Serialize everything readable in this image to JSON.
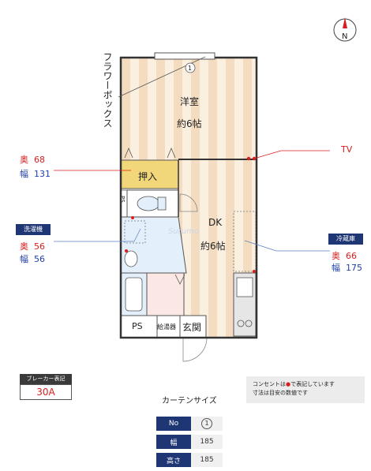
{
  "compass": {
    "letter": "N"
  },
  "flower_box_label": "フラワーボックス",
  "window_marker": "1",
  "rooms": {
    "western": {
      "name": "洋室",
      "size": "約6帖"
    },
    "dk": {
      "name": "DK",
      "size": "約6帖"
    },
    "oshiire": "押入",
    "ps_top": "PS",
    "ps_bottom": "PS",
    "water_heater": "給湯器",
    "entrance": "玄関"
  },
  "dimensions": {
    "oshiire": {
      "depth_label": "奥",
      "depth": "68",
      "width_label": "幅",
      "width": "131"
    },
    "washer": {
      "tag": "洗濯機",
      "depth_label": "奥",
      "depth": "56",
      "width_label": "幅",
      "width": "56"
    },
    "fridge": {
      "tag": "冷蔵庫",
      "depth_label": "奥",
      "depth": "66",
      "width_label": "幅",
      "width": "175"
    }
  },
  "tv_label": "TV",
  "watermark": "Surumo",
  "breaker": {
    "title": "ブレーカー表記",
    "value": "30A"
  },
  "note": {
    "line1_pre": "コンセントは",
    "line1_dot": "●",
    "line1_post": "で表記しています",
    "line2": "寸法は目安の数値です"
  },
  "curtain": {
    "title": "カーテンサイズ",
    "rows": [
      {
        "label": "No",
        "value": "1"
      },
      {
        "label": "幅",
        "value": "185"
      },
      {
        "label": "高さ",
        "value": "185"
      }
    ]
  },
  "colors": {
    "navy": "#1f3674",
    "red": "#d81e1e",
    "blue": "#1f3fa8",
    "floor_a": "#f3dcc0",
    "floor_b": "#fbefe0",
    "oshiire": "#f2d77a",
    "bath": "#e3effa"
  }
}
